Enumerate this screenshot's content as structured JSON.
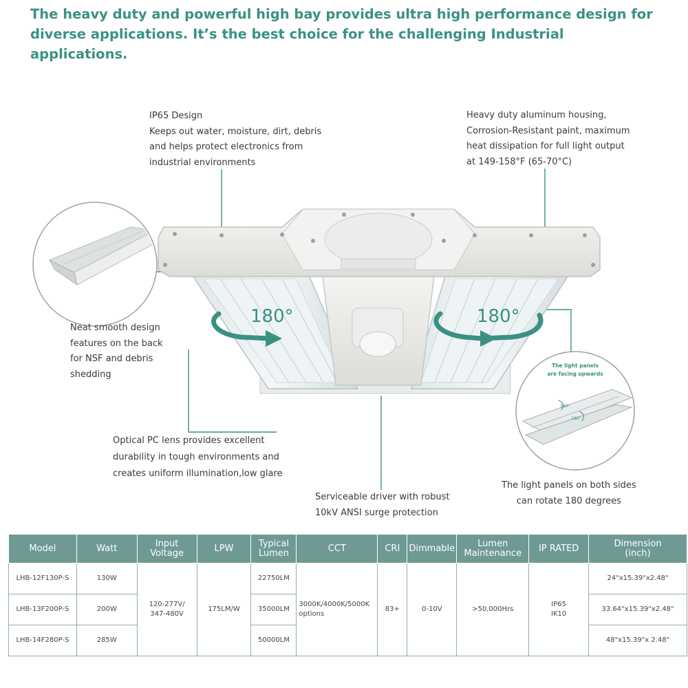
{
  "headline": {
    "line1": "The heavy duty and powerful high bay provides ultra high performance design for",
    "line2": "diverse applications. It’s the best choice for the challenging Industrial applications."
  },
  "callouts": {
    "ip65": [
      "IP65 Design",
      "Keeps out water, moisture, dirt, debris",
      "and helps protect electronics from",
      "industrial environments"
    ],
    "housing": [
      "Heavy duty aluminum housing,",
      "Corrosion-Resistant paint, maximum",
      "heat dissipation for full light output",
      "at 149-158°F (65-70°C)"
    ],
    "neat": [
      "Neat smooth design",
      "features on the back",
      "for NSF and debris",
      "shedding"
    ],
    "optical": [
      "Optical PC lens provides excellent",
      "durability in tough environments and",
      "creates uniform illumination,low glare"
    ],
    "driver": [
      "Serviceable driver with robust",
      "10kV ANSI surge protection"
    ],
    "panels": [
      "The light panels on both sides",
      "can rotate 180 degrees"
    ]
  },
  "illustration": {
    "rotate_left": "180°",
    "rotate_right": "180°",
    "inset_caption": [
      "The light panels",
      "are facing upwards"
    ],
    "inset_marks": [
      "180°",
      "180°"
    ]
  },
  "colors": {
    "accent": "#3a9183",
    "table_header": "#6e9a93"
  },
  "table": {
    "headers": {
      "model": "Model",
      "watt": "Watt",
      "input": [
        "Input",
        "Voltage"
      ],
      "lpw": "LPW",
      "lumen": [
        "Typical",
        "Lumen"
      ],
      "cct": "CCT",
      "cri": "CRI",
      "dimmable": "Dimmable",
      "maint": [
        "Lumen",
        "Maintenance"
      ],
      "ip": "IP RATED",
      "dimension": [
        "Dimension",
        "(inch)"
      ]
    },
    "rows": [
      {
        "model": "LHB-12F130P-S",
        "watt": "130W",
        "lumen": "22750LM",
        "dimension": "24\"x15.39\"x2.48\""
      },
      {
        "model": "LHB-13F200P-S",
        "watt": "200W",
        "lumen": "35000LM",
        "dimension": "33.64\"x15.39\"x2.48\""
      },
      {
        "model": "LHB-14F280P-S",
        "watt": "285W",
        "lumen": "50000LM",
        "dimension": "48\"x15.39\"x 2.48\""
      }
    ],
    "shared": {
      "input": [
        "120-277V/",
        "347-480V"
      ],
      "lpw": "175LM/W",
      "cct": [
        "3000K/4000K/5000K",
        "options"
      ],
      "cri": "83+",
      "dimmable": "0-10V",
      "maint": ">50,000Hrs",
      "ip": [
        "IP65",
        "IK10"
      ]
    }
  }
}
